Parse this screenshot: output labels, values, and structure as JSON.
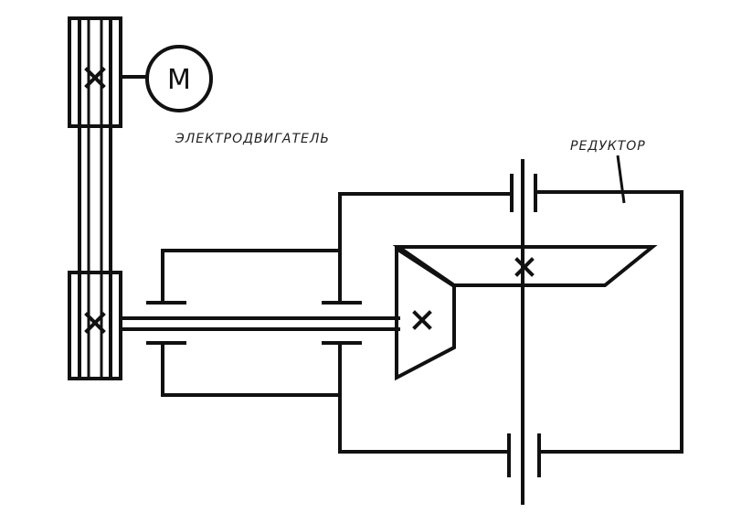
{
  "labels": {
    "motor_symbol": "M",
    "motor_caption": "ЭЛЕКТРОДВИГАТЕЛЬ",
    "reducer_caption": "РЕДУКТОР"
  },
  "colors": {
    "line": "#111111",
    "background": "#ffffff"
  }
}
